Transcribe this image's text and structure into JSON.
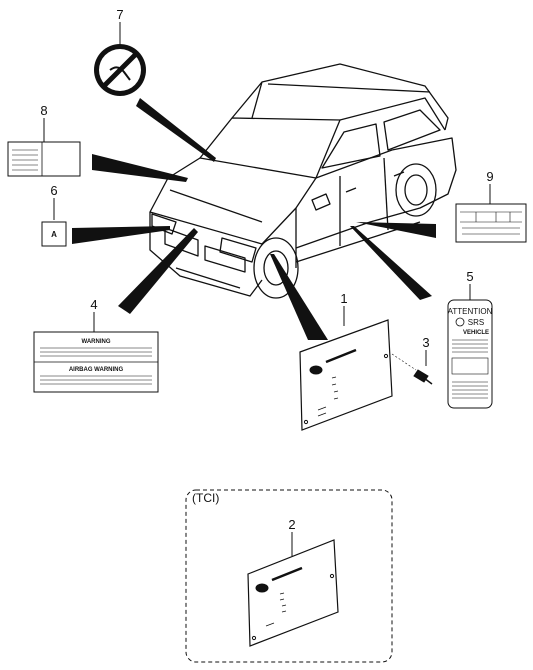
{
  "callouts": {
    "c1": "1",
    "c2": "2",
    "c3": "3",
    "c4": "4",
    "c5": "5",
    "c6": "6",
    "c7": "7",
    "c8": "8",
    "c9": "9"
  },
  "labels": {
    "label_a": "A",
    "warning_heading": "WARNING",
    "airbag_heading": "AIRBAG WARNING",
    "attention_heading": "ATTENTION",
    "srs_text": "SRS",
    "vehicle_text": "VEHICLE"
  },
  "tci_box": {
    "title": "(TCI)"
  }
}
